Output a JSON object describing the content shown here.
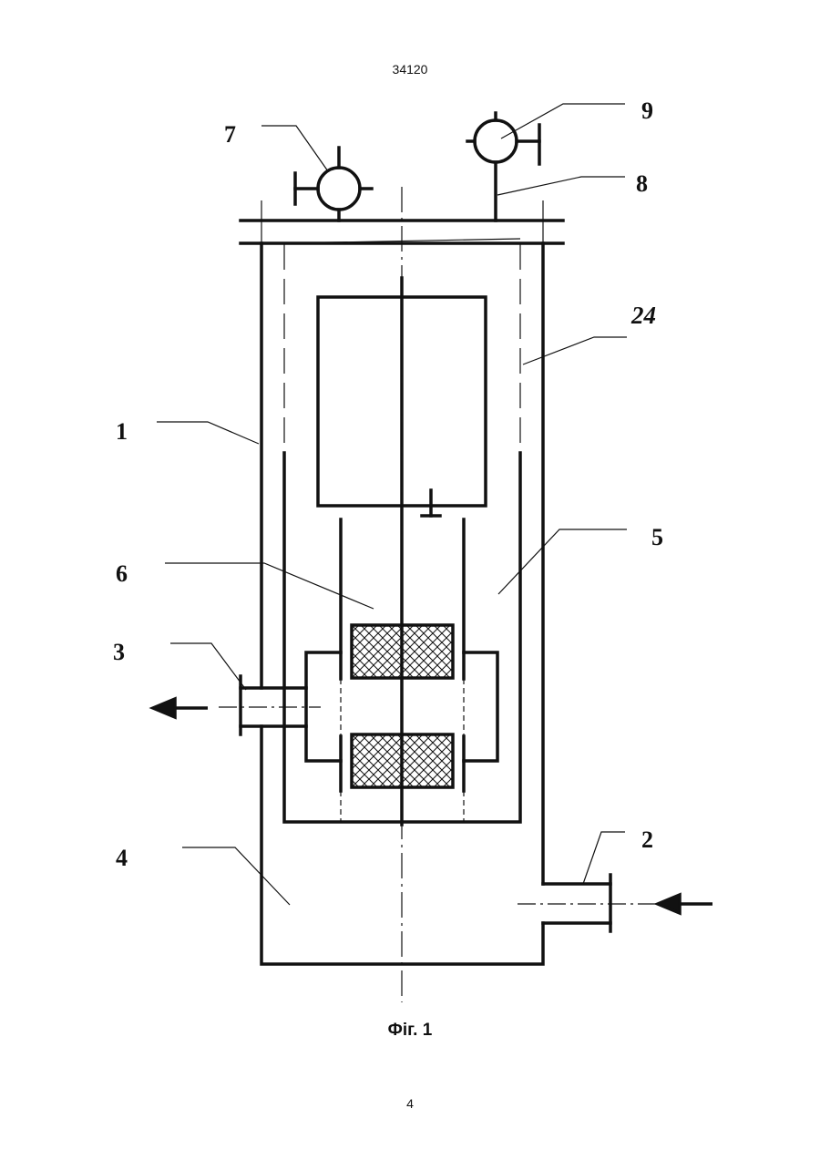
{
  "header": {
    "page_number": "34120"
  },
  "figure": {
    "caption": "Фіг. 1",
    "labels": {
      "l1": "1",
      "l2": "2",
      "l3": "3",
      "l4": "4",
      "l5": "5",
      "l6": "6",
      "l7": "7",
      "l8": "8",
      "l9": "9",
      "l24": "24"
    }
  },
  "footer": {
    "page_number": "4"
  },
  "colors": {
    "ink": "#111111",
    "background": "#ffffff"
  }
}
